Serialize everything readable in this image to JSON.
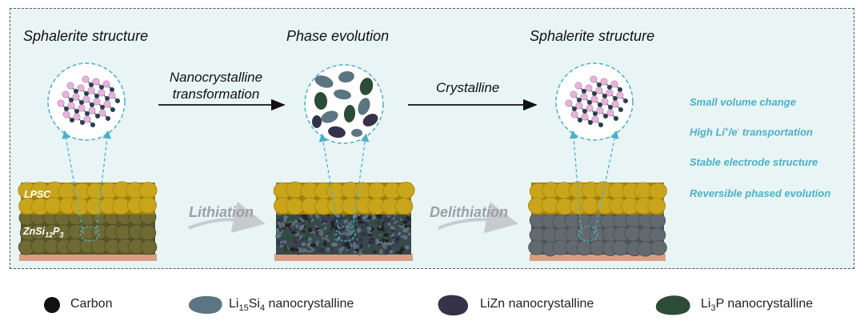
{
  "titles": {
    "left": "Sphalerite structure",
    "middle": "Phase evolution",
    "right": "Sphalerite structure"
  },
  "arrows": {
    "first_line1": "Nanocrystalline",
    "first_line2": "transformation",
    "second": "Crystalline"
  },
  "processes": {
    "lithiation": "Lithiation",
    "delithiation": "Delithiation"
  },
  "layers": {
    "top_prefix": "LPSC",
    "bottom_prefix": "ZnSi",
    "bottom_sub1": "12",
    "bottom_mid": "P",
    "bottom_sub2": "3"
  },
  "properties": {
    "p1": "Small volume change",
    "p2_a": "High Li",
    "p2_sup1": "+",
    "p2_b": "/e",
    "p2_sup2": "-",
    "p2_c": " transportation",
    "p3": "Stable electrode structure",
    "p4": "Reversible phased evolution"
  },
  "legend": {
    "carbon": "Carbon",
    "lisi_a": "Li",
    "lisi_sub1": "15",
    "lisi_b": "Si",
    "lisi_sub2": "4",
    "lisi_c": " nanocrystalline",
    "lizn": "LiZn nanocrystalline",
    "lip_a": "Li",
    "lip_sub": "3",
    "lip_b": "P nanocrystalline"
  },
  "colors": {
    "panel_bg": "#e9f4f5",
    "lpsc": "#c9a51b",
    "lpsc_dark": "#9e7f10",
    "alloy": "#6f6a34",
    "nano_layer": "#39474e",
    "crystal_layer": "#626a6f",
    "substrate": "#d99e82",
    "dashed_cyan": "#4ab1c9",
    "lisi": "#5b7582",
    "lizn": "#34334a",
    "lip": "#2d4c38",
    "carbon": "#111111",
    "atom_pink": "#e7b3dc",
    "atom_dark": "#2a3e4d"
  },
  "icons": [
    "carbon-dot-icon",
    "lisi-particle-icon",
    "lizn-particle-icon",
    "lip-particle-icon",
    "arrow-right-icon",
    "curved-arrow-icon"
  ]
}
